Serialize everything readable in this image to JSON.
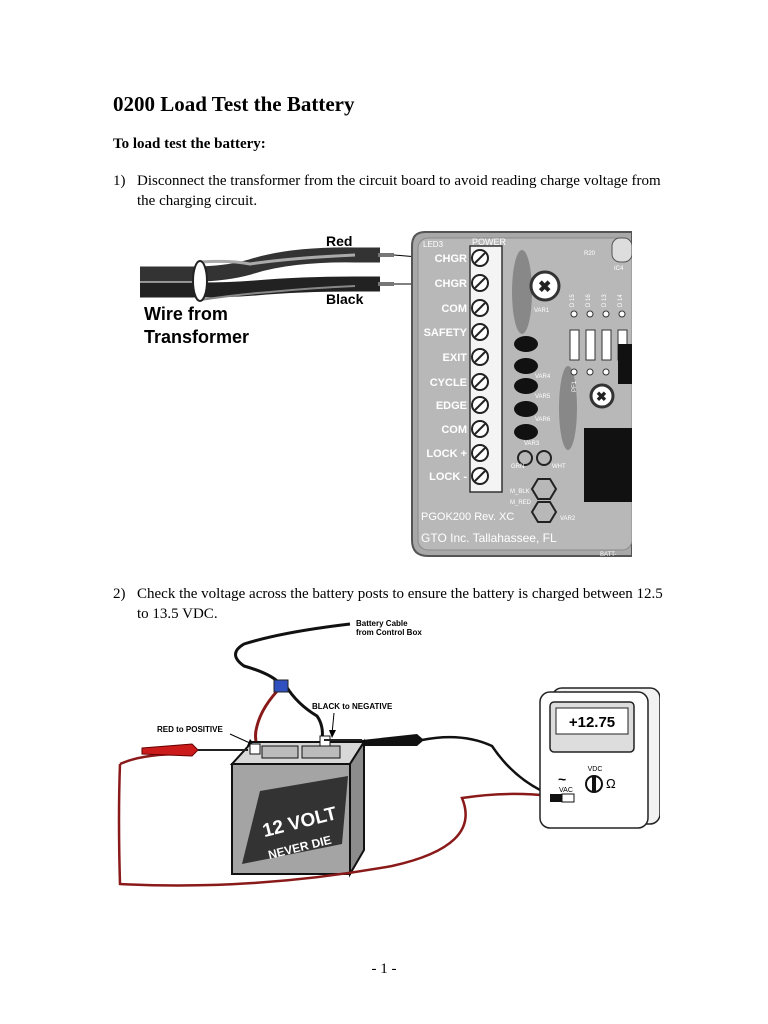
{
  "page": {
    "title": "0200 Load Test the Battery",
    "subheading": "To load test the battery:",
    "steps": [
      {
        "num": "1)",
        "text": "Disconnect the transformer from the circuit board to avoid reading charge voltage from the charging circuit."
      },
      {
        "num": "2)",
        "text": "Check the voltage across the battery posts to ensure the battery is charged between 12.5 to 13.5 VDC."
      }
    ],
    "footer": "- 1 -"
  },
  "figure1": {
    "red_label": "Red",
    "black_label": "Black",
    "wire_label_1": "Wire from",
    "wire_label_2": "Transformer",
    "led_label": "LED3",
    "power_label": "POWER",
    "terminals": [
      "CHGR",
      "CHGR",
      "COM",
      "SAFETY",
      "EXIT",
      "CYCLE",
      "EDGE",
      "COM",
      "LOCK +",
      "LOCK -"
    ],
    "board_model": "PGOK200  Rev.  XC",
    "board_maker": "GTO Inc.  Tallahassee, FL",
    "parts": [
      "VAR1",
      "D 15",
      "D 16",
      "D 13",
      "D 14",
      "VAR4",
      "VAR5",
      "VAR6",
      "VAR3",
      "PF1",
      "GRN",
      "WHT",
      "M_BLK",
      "M_RED",
      "VAR2",
      "R20",
      "IC4",
      "BATT-"
    ]
  },
  "figure2": {
    "cable_label_1": "Battery Cable",
    "cable_label_2": "from Control Box",
    "black_label": "BLACK to NEGATIVE",
    "red_label": "RED to POSITIVE",
    "battery_line1": "12 VOLT",
    "battery_line2": "NEVER DIE",
    "reading": "+12.75",
    "vdc_label": "VDC",
    "vac_label": "VAC",
    "ohm_symbol": "Ω",
    "tilde_symbol": "~"
  }
}
